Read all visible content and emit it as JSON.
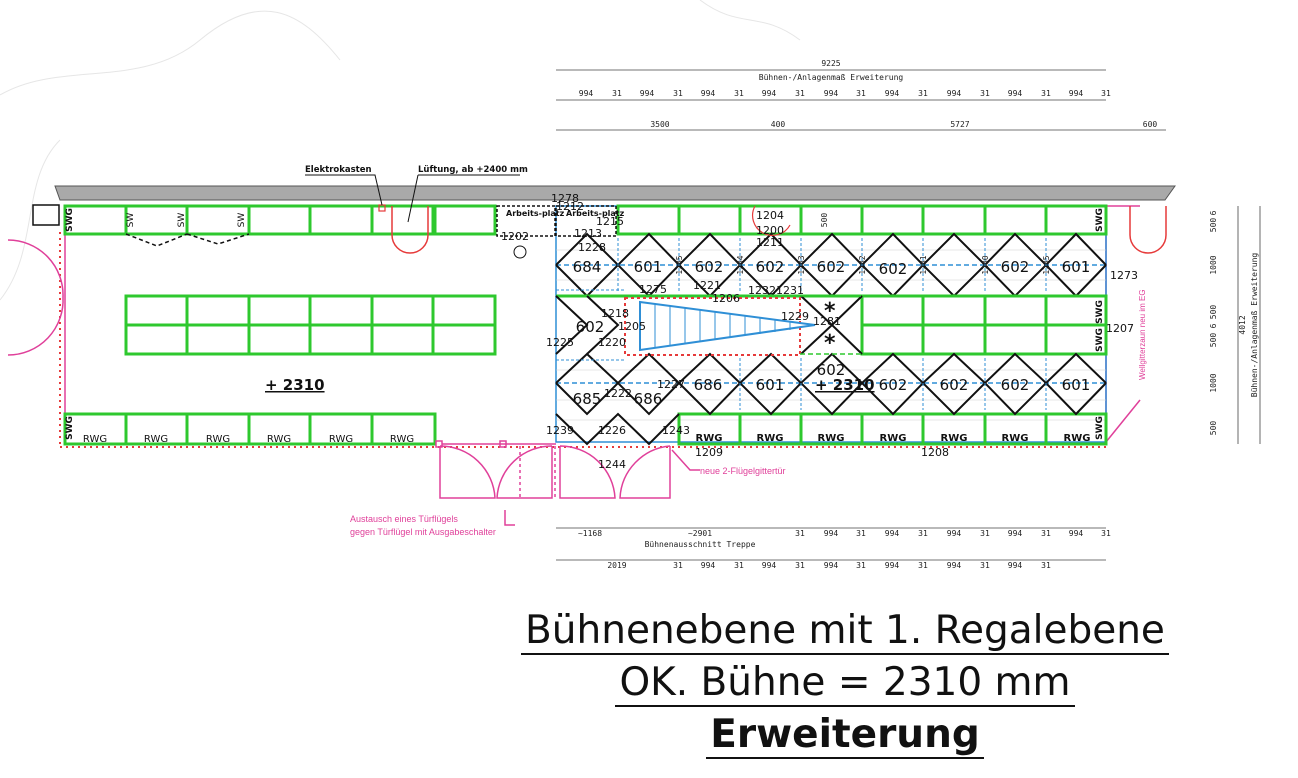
{
  "title_lines": [
    "Bühnenebene mit 1. Regalebene",
    "OK. Bühne = 2310 mm",
    "Erweiterung"
  ],
  "top_dims": {
    "total_value": "9225",
    "total_caption": "Bühnen-/Anlagenmaß Erweiterung",
    "row1": [
      "994",
      "31",
      "994",
      "31",
      "994",
      "31",
      "994",
      "31",
      "994",
      "31",
      "994",
      "31",
      "994",
      "31",
      "994",
      "31",
      "994",
      "31"
    ],
    "row2": [
      "3500",
      "400",
      "5727",
      "600"
    ]
  },
  "bottom_dims": {
    "row1": [
      "~1168",
      "~2901",
      "31",
      "994",
      "31",
      "994",
      "31",
      "994",
      "31",
      "994",
      "31",
      "994",
      "31",
      "994",
      "31"
    ],
    "row1_caption": "Bühnenausschnitt Treppe",
    "row2": [
      "2019",
      "31",
      "994",
      "31",
      "994",
      "31",
      "994",
      "31",
      "994",
      "31",
      "994",
      "31",
      "994",
      "31"
    ]
  },
  "right_dims": {
    "values": [
      "500",
      "6",
      "1000",
      "500",
      "6",
      "500",
      "1000",
      "500"
    ],
    "total_value": "4012",
    "total_caption": "Bühnen-/Anlagenmaß Erweiterung"
  },
  "annotations": {
    "elektrokasten": "Elektrokasten",
    "lueftung": "Lüftung, ab +2400 mm",
    "arbeitsplatz": "Arbeits-platz",
    "elevation_left": "+ 2310",
    "elevation_right": "+ 2310",
    "new_door": "neue 2-Flügelgittertür",
    "swap_line1": "Austausch eines Türflügels",
    "swap_line2": "gegen Türflügel mit Ausgabeschalter",
    "fence": "Wellgitterzaun neu im EG"
  },
  "rack_labels": {
    "rwg": "RWG",
    "swg": "SWG",
    "sw": "SW"
  },
  "position_numbers": [
    "1278",
    "1215",
    "1204",
    "1200",
    "1211",
    "1228",
    "1275",
    "1221",
    "1206",
    "1232",
    "1231",
    "1229",
    "1218",
    "1205",
    "1225",
    "1220",
    "1222",
    "1227",
    "1239",
    "1226",
    "1243",
    "1244",
    "1209",
    "1208",
    "1273",
    "1207",
    "1202",
    "1212",
    "1213",
    "1281"
  ],
  "shelf_numbers": [
    "684",
    "601",
    "602",
    "685",
    "686",
    "686",
    "601",
    "602"
  ],
  "segment_dims": [
    "500",
    "1285",
    "1284",
    "1283",
    "1282",
    "1281",
    "1280"
  ],
  "colors": {
    "rack": "#2ec82e",
    "platform": "#2f8fd6",
    "fence": "#e0409a",
    "dots": "#e63a3a",
    "wall": "#8a8a8a",
    "ink": "#111111"
  }
}
